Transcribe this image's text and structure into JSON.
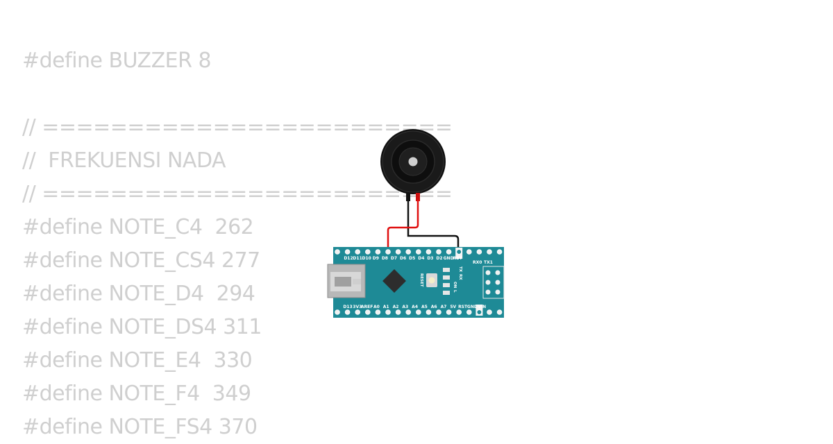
{
  "code_lines": [
    "#define BUZZER 8",
    "",
    "// ========================",
    "//  FREKUENSI NADA",
    "// ========================",
    "#define NOTE_C4  262",
    "#define NOTE_CS4 277",
    "#define NOTE_D4  294",
    "#define NOTE_DS4 311",
    "#define NOTE_E4  330",
    "#define NOTE_F4  349",
    "#define NOTE_FS4 370"
  ],
  "board": {
    "top_pins": [
      "D12",
      "D11",
      "D10",
      "D9",
      "D8",
      "D7",
      "D6",
      "D5",
      "D4",
      "D3",
      "D2",
      "GND",
      "RST"
    ],
    "top_right_labels": [
      "RX0",
      "TX1"
    ],
    "bottom_pins": [
      "D13",
      "3V3",
      "AREF",
      "A0",
      "A1",
      "A2",
      "A3",
      "A4",
      "A5",
      "A6",
      "A7",
      "5V",
      "RST",
      "GND",
      "VIN"
    ],
    "reset_label": "RESET",
    "led_labels": [
      "TX",
      "RX",
      "ON",
      "L"
    ]
  },
  "colors": {
    "code_text": "#cfcfcf",
    "board": "#1e8a96",
    "wire_red": "#e01010",
    "wire_black": "#111111",
    "buzzer": "#1a1a1a"
  }
}
